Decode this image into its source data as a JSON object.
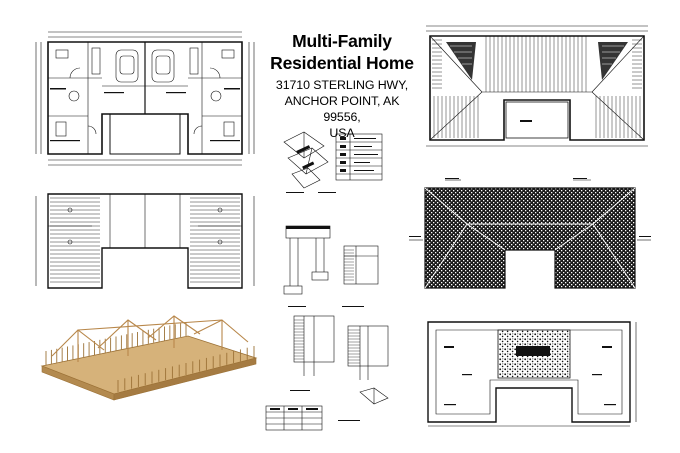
{
  "title": {
    "line1": "Multi-Family",
    "line2": "Residential Home"
  },
  "address": {
    "line1": "31710 STERLING HWY,",
    "line2": "ANCHOR POINT, AK 99556,",
    "line3": "USA"
  },
  "colors": {
    "line": "#111111",
    "paper": "#ffffff",
    "timber": "#c9a063",
    "timber_dark": "#9c7237",
    "roof_tile": "#1a1a1a"
  },
  "sheets": [
    "floor-plan-sheet",
    "roof-framing-sheet",
    "section-details-sheet",
    "foundation-plan-sheet",
    "roof-plan-sheet",
    "framing-3d-model",
    "detail-drawings-sheet",
    "site-plan-sheet"
  ]
}
